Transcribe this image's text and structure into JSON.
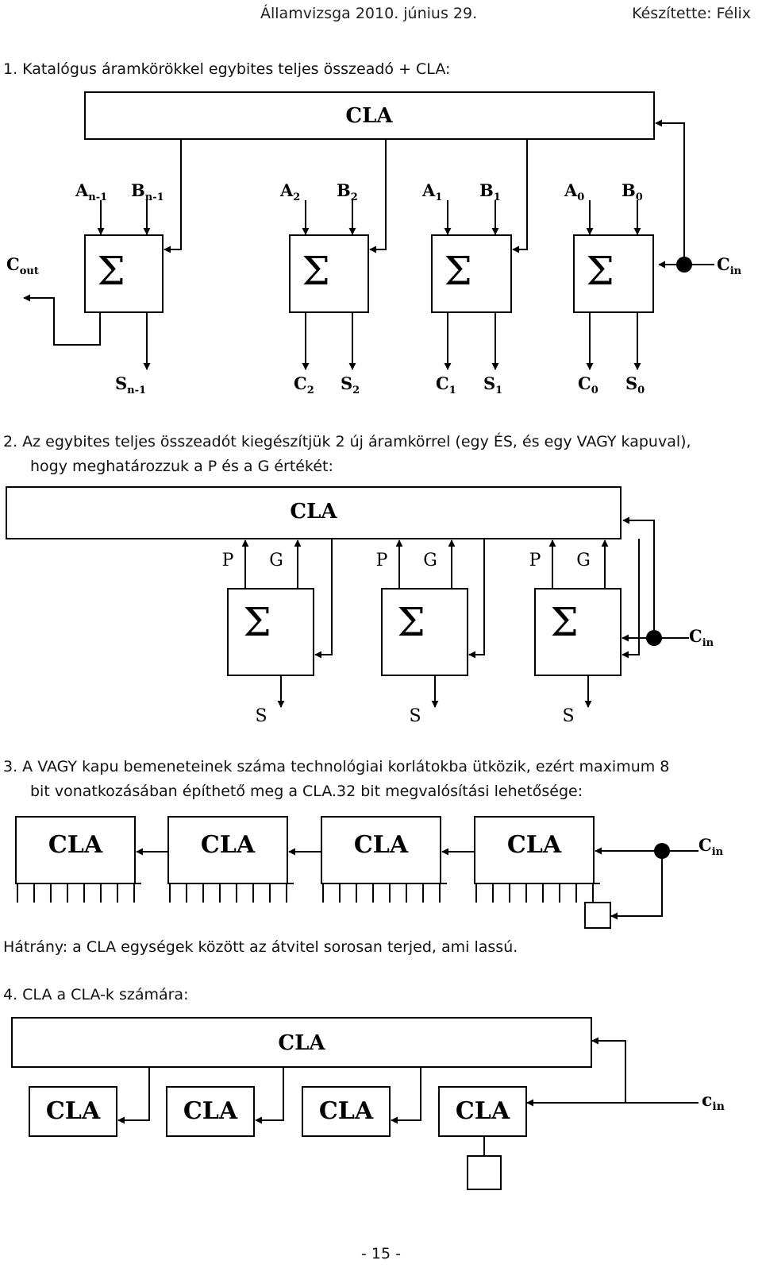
{
  "header": {
    "center": "Államvizsga 2010. június 29.",
    "right": "Készítette: Félix"
  },
  "section1": {
    "heading": "1. Katalógus áramkörökkel egybites teljes összeadó + CLA:",
    "diagram": {
      "cla_label": "CLA",
      "sum_symbol": "Σ",
      "carry_out": {
        "main": "C",
        "sub": "out"
      },
      "carry_in": {
        "main": "C",
        "sub": "in"
      },
      "adders": [
        {
          "a": {
            "main": "A",
            "sub": "n-1"
          },
          "b": {
            "main": "B",
            "sub": "n-1"
          },
          "outs": [
            {
              "main": "S",
              "sub": "n-1"
            }
          ]
        },
        {
          "a": {
            "main": "A",
            "sub": "2"
          },
          "b": {
            "main": "B",
            "sub": "2"
          },
          "outs": [
            {
              "main": "C",
              "sub": "2"
            },
            {
              "main": "S",
              "sub": "2"
            }
          ]
        },
        {
          "a": {
            "main": "A",
            "sub": "1"
          },
          "b": {
            "main": "B",
            "sub": "1"
          },
          "outs": [
            {
              "main": "C",
              "sub": "1"
            },
            {
              "main": "S",
              "sub": "1"
            }
          ]
        },
        {
          "a": {
            "main": "A",
            "sub": "0"
          },
          "b": {
            "main": "B",
            "sub": "0"
          },
          "outs": [
            {
              "main": "C",
              "sub": "0"
            },
            {
              "main": "S",
              "sub": "0"
            }
          ]
        }
      ]
    }
  },
  "section2": {
    "line1": "2. Az egybites teljes összeadót kiegészítjük 2 új áramkörrel (egy ÉS, és egy VAGY kapuval),",
    "line2": "hogy meghatározzuk a P és a G értékét:",
    "diagram": {
      "cla_label": "CLA",
      "sum_symbol": "Σ",
      "p_label": "P",
      "g_label": "G",
      "s_label": "S",
      "carry_in": {
        "main": "C",
        "sub": "in"
      }
    }
  },
  "section3": {
    "line1": "3. A VAGY kapu bemeneteinek száma technológiai korlátokba ütközik, ezért maximum 8",
    "line2": "bit vonatkozásában építhető meg a CLA.32 bit megvalósítási lehetősége:",
    "diagram": {
      "cla_labels": [
        "CLA",
        "CLA",
        "CLA",
        "CLA"
      ],
      "carry_in": {
        "main": "C",
        "sub": "in"
      }
    },
    "drawback": "Hátrány: a CLA egységek között az átvitel sorosan terjed, ami lassú."
  },
  "section4": {
    "heading": "4. CLA a CLA-k számára:",
    "diagram": {
      "top_label": "CLA",
      "units": [
        "CLA",
        "CLA",
        "CLA",
        "CLA"
      ],
      "carry_in": {
        "main": "c",
        "sub": "in"
      }
    }
  },
  "footer": {
    "page": "- 15 -"
  }
}
